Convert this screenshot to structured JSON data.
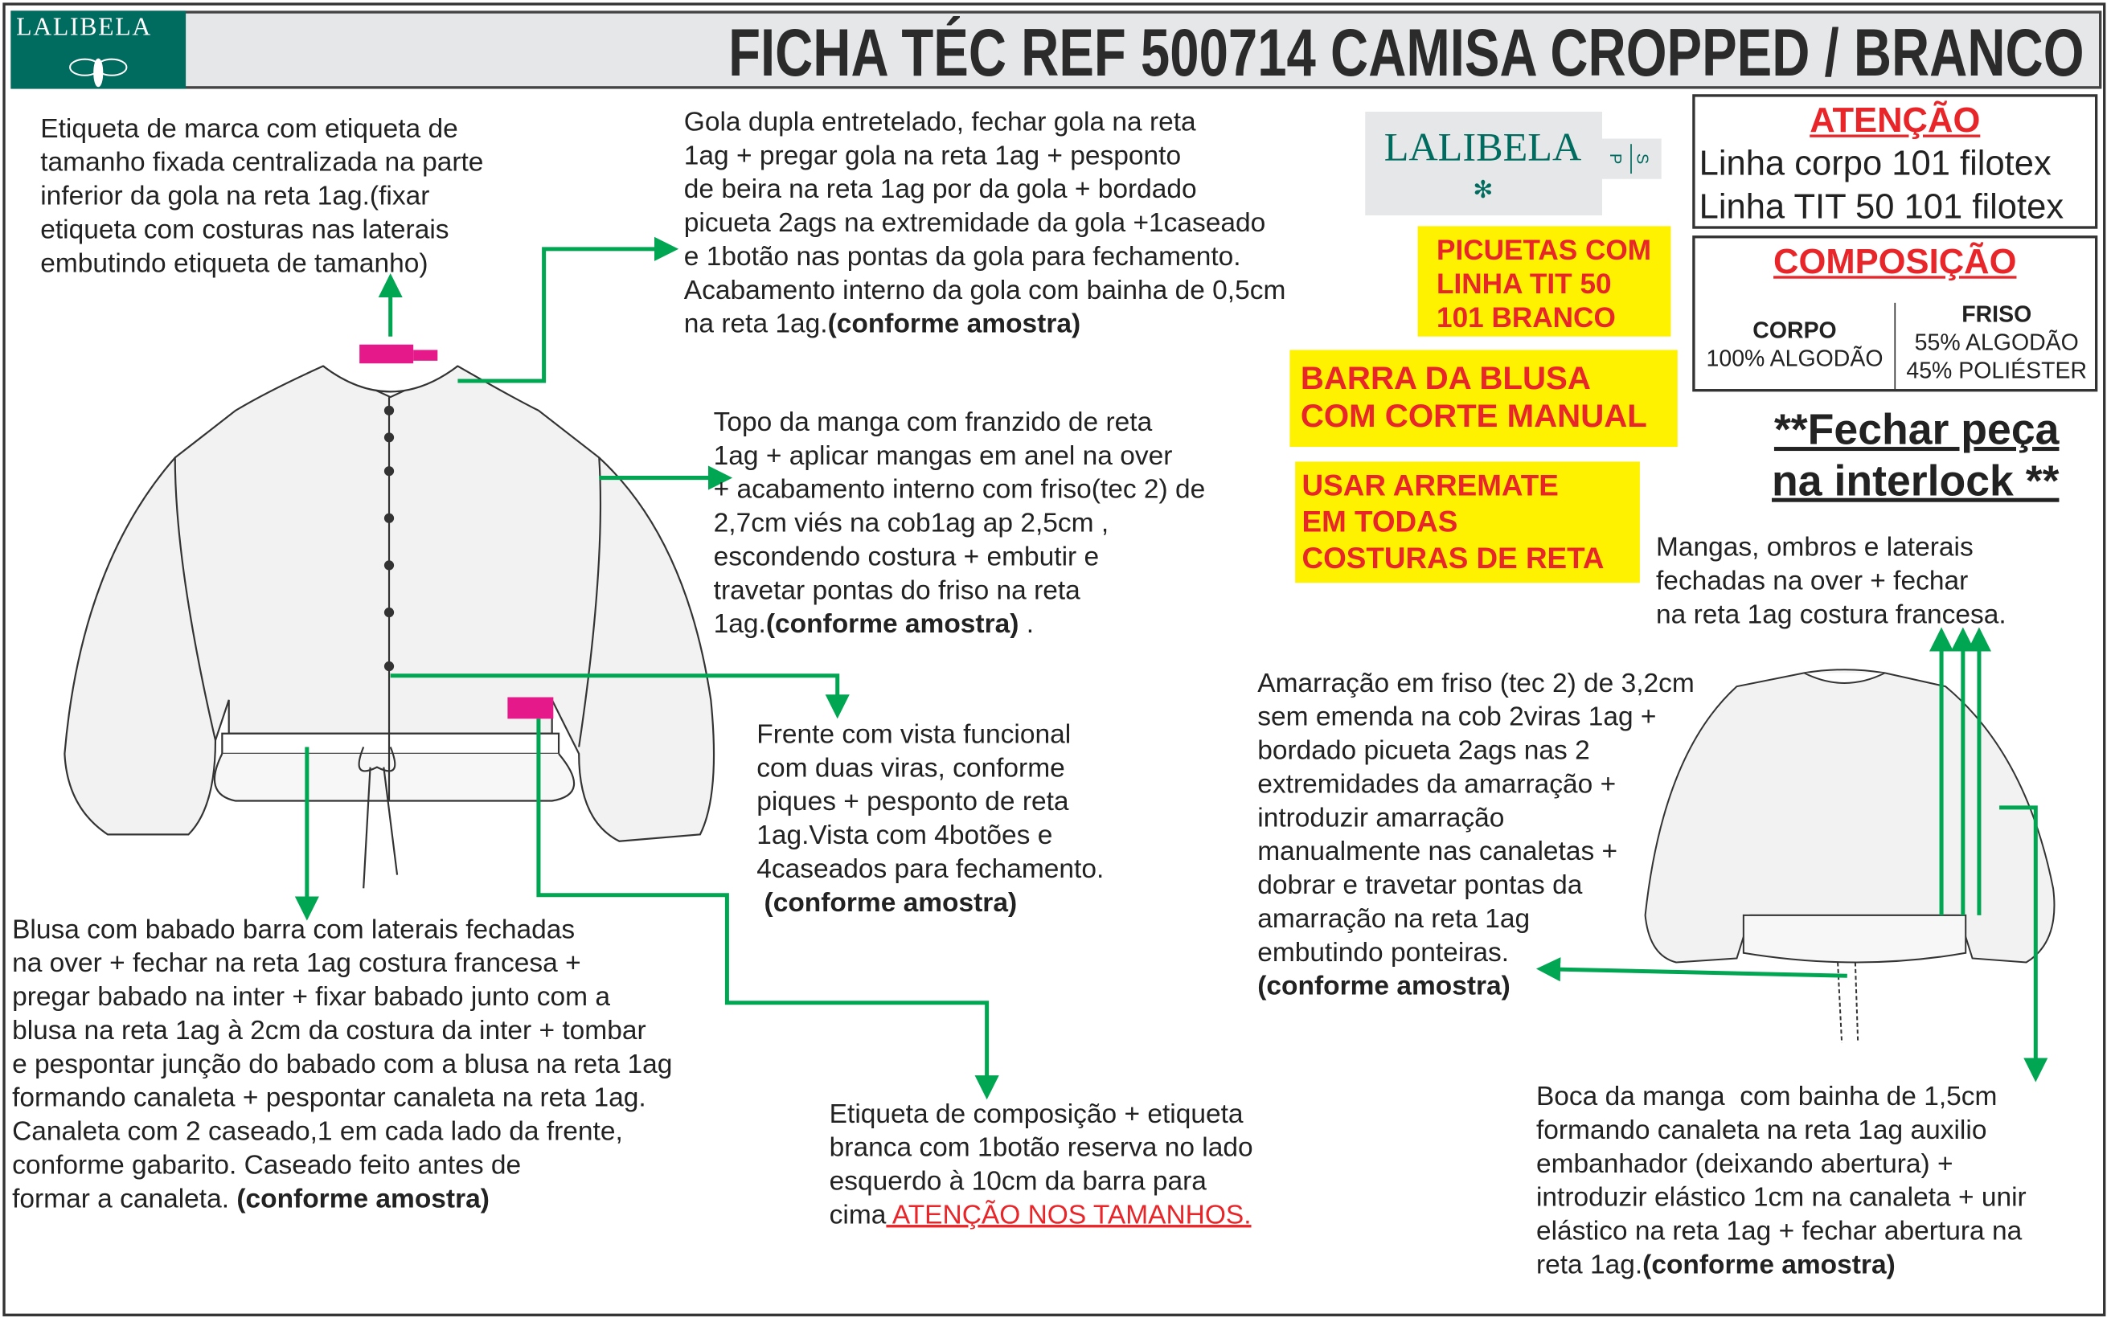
{
  "header": {
    "brand": "LALIBELA",
    "title": "FICHA TÉC REF 500714 CAMISA CROPPED / BRANCO"
  },
  "label_logo": {
    "brand": "LALIBELA",
    "sizes": [
      "P",
      "S"
    ]
  },
  "notes": {
    "etiqueta_marca": "Etiqueta de marca com etiqueta de\ntamanho fixada centralizada na parte\ninferior da gola na reta 1ag.(fixar\netiqueta com costuras nas laterais\nembutindo etiqueta de tamanho)",
    "gola": "Gola dupla entretelado, fechar gola na reta\n1ag + pregar gola na reta 1ag + pesponto\nde beira na reta 1ag por da gola + bordado\npicueta 2ags na extremidade da gola +1caseado\ne 1botão nas pontas da gola para fechamento.\nAcabamento interno da gola com bainha de 0,5cm\nna reta 1ag.",
    "gola_bold": "(conforme amostra)",
    "topo_manga": "Topo da manga com franzido de reta\n1ag + aplicar mangas em anel na over\n+ acabamento interno com friso(tec 2) de\n2,7cm viés na cob1ag ap 2,5cm ,\nescondendo costura + embutir e\ntravetar pontas do friso na reta\n1ag.",
    "topo_manga_bold": "(conforme amostra)",
    "topo_manga_end": " .",
    "frente": "Frente com vista funcional\ncom duas viras, conforme\npiques + pesponto de reta\n1ag.Vista com 4botões e\n4caseados para fechamento.\n ",
    "frente_bold": "(conforme amostra)",
    "blusa": "Blusa com babado barra com laterais fechadas\nna over + fechar na reta 1ag costura francesa +\npregar babado na inter + fixar babado junto com a\nblusa na reta 1ag à 2cm da costura da inter + tombar\ne pespontar junção do babado com a blusa na reta 1ag\nformando canaleta + pespontar canaleta na reta 1ag.\nCanaleta com 2 caseado,1 em cada lado da frente,\nconforme gabarito. Caseado feito antes de\nformar a canaleta. ",
    "blusa_bold": "(conforme amostra)",
    "etiqueta_comp": "Etiqueta de composição + etiqueta\nbranca com 1botão reserva no lado\nesquerdo à 10cm da barra para\ncima",
    "etiqueta_comp_red": " ATENÇÃO NOS TAMANHOS.",
    "amarracao": "Amarração em friso (tec 2) de 3,2cm\nsem emenda na cob 2viras 1ag +\nbordado picueta 2ags nas 2\nextremidades da amarração +\nintroduzir amarração\nmanualmente nas canaletas +\ndobrar e travetar pontas da\namarração na reta 1ag\nembutindo ponteiras.\n",
    "amarracao_bold": "(conforme amostra)",
    "mangas_ombros": "Mangas, ombros e laterais\nfechadas na over + fechar\nna reta 1ag costura francesa.",
    "boca_manga": "Boca da manga  com bainha de 1,5cm\nformando canaleta na reta 1ag auxilio\nembanhador (deixando abertura) +\nintroduzir elástico 1cm na canaleta + unir\nelástico na reta 1ag + fechar abertura na\nreta 1ag.",
    "boca_manga_bold": "(conforme amostra)"
  },
  "highlights": {
    "picuetas": "PICUETAS COM\nLINHA TIT 50\n101 BRANCO",
    "barra": "BARRA DA BLUSA\nCOM CORTE MANUAL",
    "arremate": "USAR ARREMATE\nEM TODAS\nCOSTURAS DE RETA"
  },
  "atencao": {
    "title": "ATENÇÃO",
    "lines": [
      "Linha corpo 101 filotex",
      "Linha TIT 50 101 filotex"
    ]
  },
  "composicao": {
    "title": "COMPOSIÇÃO",
    "corpo_label": "CORPO",
    "corpo_value": "100% ALGODÃO",
    "friso_label": "FRISO",
    "friso_values": [
      "55% ALGODÃO",
      "45% POLIÉSTER"
    ]
  },
  "fechar_peca": "**Fechar peça\nna interlock **",
  "colors": {
    "arrow": "#00a651",
    "brand": "#006b5f",
    "highlight": "#fff200",
    "alert": "#e8262a",
    "tag": "#e6198a"
  }
}
